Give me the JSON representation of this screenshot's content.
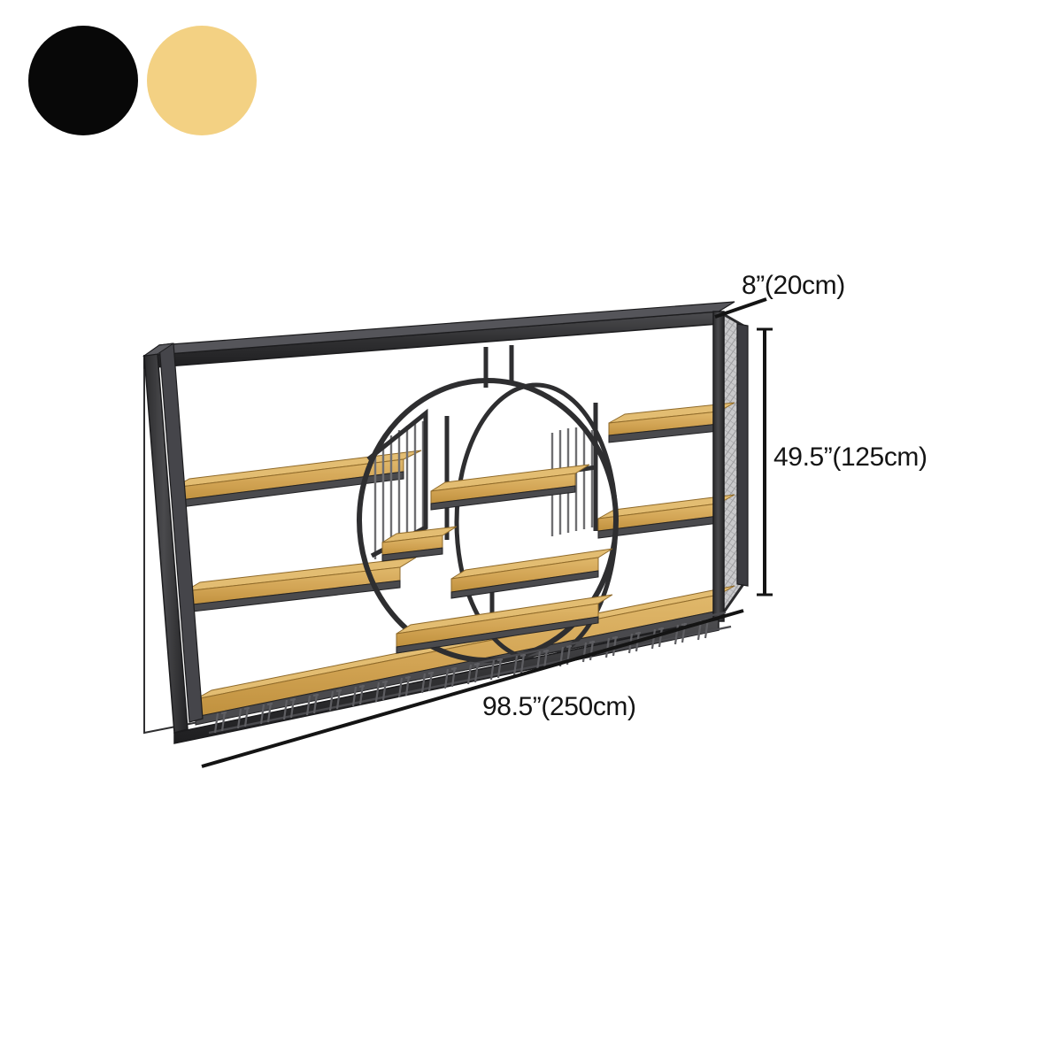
{
  "product": {
    "type": "wall-mounted industrial wine rack shelf",
    "view_label": "dimension-diagram"
  },
  "swatches": {
    "label": "color-options",
    "items": [
      {
        "name": "black",
        "hex": "#080808"
      },
      {
        "name": "wood-tan",
        "hex": "#f3d183"
      }
    ]
  },
  "dimensions": {
    "depth": {
      "name": "depth",
      "text": "8”(20cm)"
    },
    "height": {
      "name": "height",
      "text": "49.5”(125cm)"
    },
    "width": {
      "name": "width",
      "text": "98.5”(250cm)"
    }
  },
  "colors": {
    "frame_dark": "#3a3a3c",
    "frame_edge": "#1f1f21",
    "wood_top": "#d8ae60",
    "wood_face": "#c2913f",
    "wood_edge": "#8f6a2a",
    "mesh_fill": "#b9b9bb",
    "dim_line": "#141414",
    "background": "#ffffff"
  },
  "parts": {
    "outer_frame": "outer-rectangular-metal-frame",
    "side_mesh_panel": "right-side-perforated-mesh-panel",
    "circle_module": "central-circular-display-module",
    "wine_glass_rack": "bottom-stemware-hanging-rack",
    "shelves_left": [
      "left-upper-shelf",
      "left-middle-shelf",
      "left-bottom-shelf"
    ],
    "shelves_right": [
      "right-upper-shelf",
      "right-middle-shelf",
      "right-bottom-shelf"
    ],
    "shelves_circle": [
      "circle-shelf-1",
      "circle-shelf-2",
      "circle-shelf-3",
      "circle-shelf-4"
    ],
    "vertical_bars": "decorative-vertical-bar-grilles",
    "top_connector": "circle-to-top-rail-connector-posts"
  }
}
